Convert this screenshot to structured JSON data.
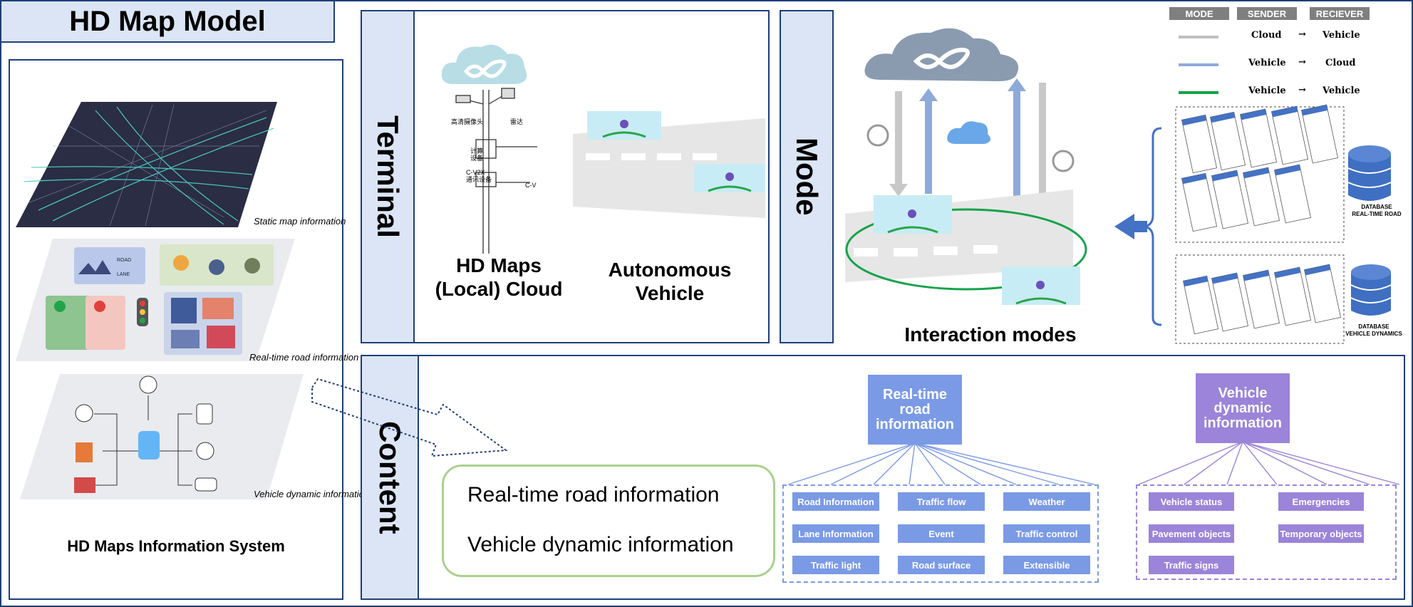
{
  "left_panel": {
    "title": "HD Map Model",
    "static_caption": "Static map information",
    "realtime_caption": "Real-time road information",
    "dynamic_caption": "Vehicle dynamic information",
    "footer": "HD Maps Information System",
    "road_card_text": "ROAD",
    "lane_card_text": "LANE"
  },
  "terminal": {
    "label": "Terminal",
    "cloud_label": "HD Maps\n(Local) Cloud",
    "vehicle_label": "Autonomous\nVehicle",
    "pole_labels": [
      "高清摄像头",
      "雷达",
      "计算\n设备",
      "C-V2X\n通讯设备",
      "C-V"
    ]
  },
  "mode": {
    "label": "Mode",
    "caption": "Interaction modes",
    "legend_headers": [
      "MODE",
      "SENDER",
      "RECIEVER"
    ],
    "legend_rows": [
      {
        "color": "#bfbfbf",
        "sender": "Cloud",
        "arrow": "→",
        "receiver": "Vehicle"
      },
      {
        "color": "#8eaadb",
        "sender": "Vehicle",
        "arrow": "→",
        "receiver": "Cloud"
      },
      {
        "color": "#16a34a",
        "sender": "Vehicle",
        "arrow": "→",
        "receiver": "Vehicle"
      }
    ],
    "db_top_label": "DATABASE\nREAL-TIME ROAD",
    "db_bottom_label": "DATABASE\nVEHICLE DYNAMICS"
  },
  "content": {
    "label": "Content",
    "box_line1": "Real-time road information",
    "box_line2": "Vehicle dynamic information",
    "road_title": "Real-time\nroad\ninformation",
    "road_items": [
      "Road Information",
      "Traffic flow",
      "Weather",
      "Lane Information",
      "Event",
      "Traffic control",
      "Traffic light",
      "Road surface",
      "Extensible"
    ],
    "vehicle_title": "Vehicle\ndynamic\ninformation",
    "vehicle_items": [
      "Vehicle status",
      "Emergencies",
      "Pavement objects",
      "Temporary objects",
      "Traffic signs"
    ]
  },
  "colors": {
    "border": "#1f3f7a",
    "label_fill": "#dbe5f5",
    "road_blue": "#7b9ae6",
    "vehicle_purple": "#9b84d9",
    "v2v_green": "#16a34a",
    "cloud_grey": "#8a9bb0"
  }
}
